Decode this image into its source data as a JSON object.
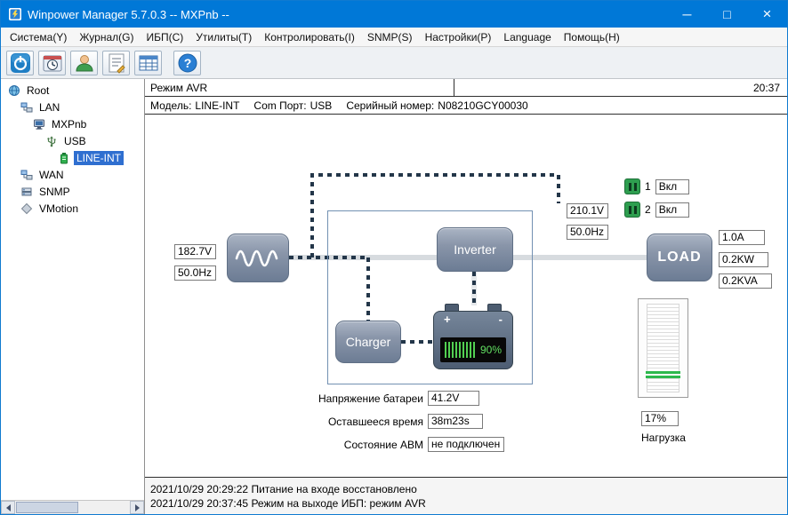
{
  "window": {
    "title": "Winpower Manager 5.7.0.3 -- MXPnb --",
    "controls": {
      "minimize": "─",
      "maximize": "□",
      "close": "×"
    }
  },
  "menu": {
    "items": [
      "Система(Y)",
      "Журнал(G)",
      "ИБП(C)",
      "Утилиты(T)",
      "Контролировать(I)",
      "SNMP(S)",
      "Настройки(P)",
      "Language",
      "Помощь(H)"
    ]
  },
  "toolbar": {
    "icons": [
      "power",
      "schedule",
      "user",
      "log",
      "table",
      "help"
    ]
  },
  "tree": {
    "items": [
      {
        "label": "Root",
        "level": 0,
        "icon": "root"
      },
      {
        "label": "LAN",
        "level": 1,
        "icon": "network"
      },
      {
        "label": "MXPnb",
        "level": 2,
        "icon": "computer"
      },
      {
        "label": "USB",
        "level": 3,
        "icon": "usb"
      },
      {
        "label": "LINE-INT",
        "level": 4,
        "icon": "ups",
        "selected": true
      },
      {
        "label": "WAN",
        "level": 1,
        "icon": "network"
      },
      {
        "label": "SNMP",
        "level": 1,
        "icon": "snmp"
      },
      {
        "label": "VMotion",
        "level": 1,
        "icon": "vmotion"
      }
    ]
  },
  "status": {
    "mode": "Режим AVR",
    "time": "20:37"
  },
  "device": {
    "model_label": "Модель:",
    "model": "LINE-INT",
    "com_label": "Com Порт:",
    "com": "USB",
    "serial_label": "Серийный номер:",
    "serial": "N08210GCY00030"
  },
  "diagram": {
    "input": {
      "voltage": "182.7V",
      "frequency": "50.0Hz"
    },
    "output": {
      "voltage": "210.1V",
      "frequency": "50.0Hz"
    },
    "inverter": "Inverter",
    "charger": "Charger",
    "load": "LOAD",
    "battery": {
      "percent": "90%",
      "plus": "+",
      "minus": "-"
    },
    "outlets": [
      {
        "num": "1",
        "state": "Вкл"
      },
      {
        "num": "2",
        "state": "Вкл"
      }
    ],
    "load_values": {
      "current": "1.0A",
      "power": "0.2KW",
      "apparent": "0.2KVA"
    },
    "gauge": {
      "value": "17%",
      "label": "Нагрузка"
    },
    "fields": [
      {
        "label": "Напряжение батареи",
        "value": "41.2V"
      },
      {
        "label": "Оставшееся время",
        "value": "38m23s"
      },
      {
        "label": "Состояние ABM",
        "value": "не подключен"
      }
    ]
  },
  "log": {
    "lines": [
      "2021/10/29 20:29:22  Питание на входе восстановлено",
      "2021/10/29 20:37:45  Режим на выходе ИБП: режим AVR"
    ]
  },
  "colors": {
    "titlebar": "#0078d7",
    "outlet_green": "#2e9e4f",
    "battery_green": "#52d052",
    "wire_dark": "#233649"
  }
}
